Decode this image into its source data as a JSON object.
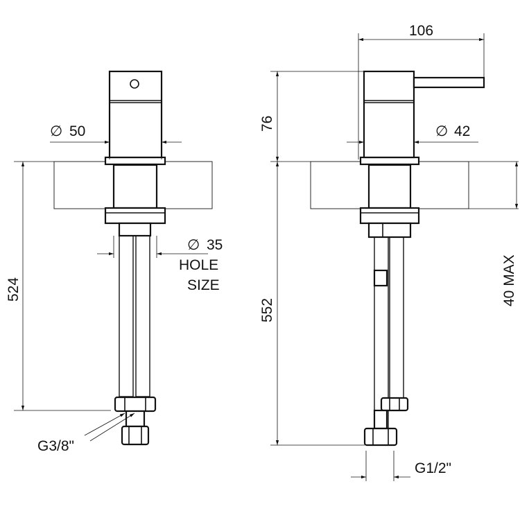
{
  "dimensions": {
    "width_top": "106",
    "height_body": "76",
    "diameter_left": "50",
    "diameter_right": "42",
    "diameter_hole": "35",
    "hole_label_1": "HOLE",
    "hole_label_2": "SIZE",
    "height_left": "524",
    "height_right": "552",
    "max_thickness": "40 MAX",
    "thread_left": "G3/8\"",
    "thread_right": "G1/2\""
  },
  "symbols": {
    "diameter": "∅"
  },
  "colors": {
    "line": "#111111",
    "background": "#ffffff"
  }
}
